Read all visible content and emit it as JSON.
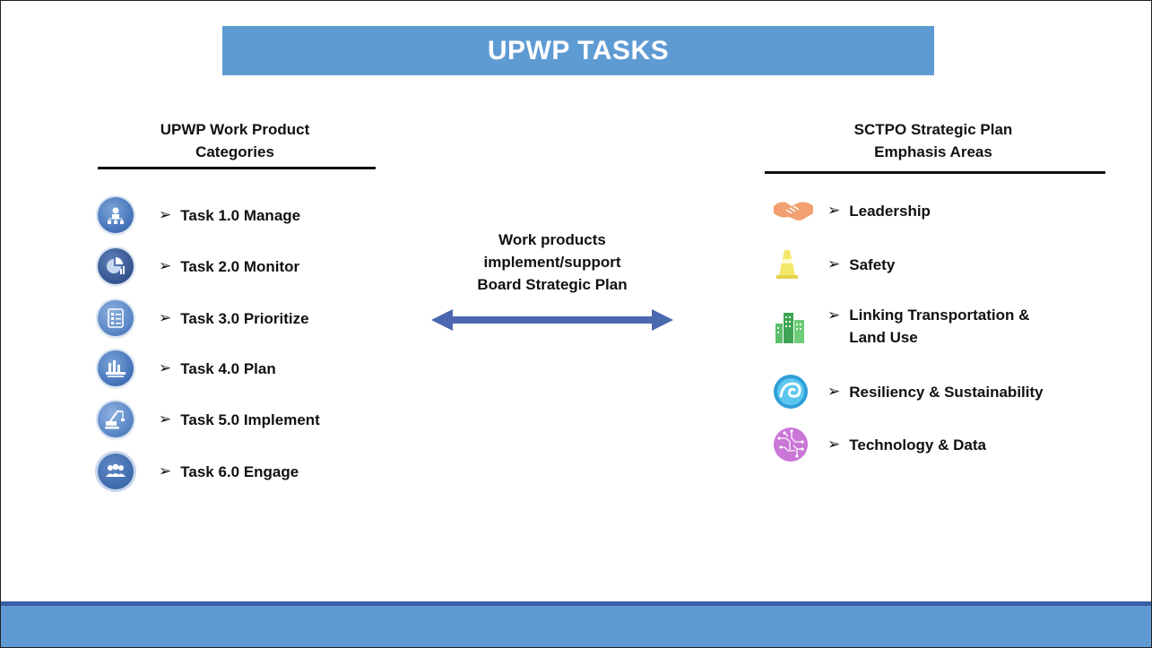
{
  "title": "UPWP TASKS",
  "left_heading": {
    "line1": "UPWP Work Product",
    "line2": "Categories"
  },
  "right_heading": {
    "line1": "SCTPO Strategic Plan",
    "line2": "Emphasis Areas"
  },
  "bullet_glyph": "➢",
  "tasks": [
    {
      "label": "Task 1.0 Manage",
      "icon": "org-chart-icon"
    },
    {
      "label": "Task 2.0 Monitor",
      "icon": "pie-chart-icon"
    },
    {
      "label": "Task 3.0 Prioritize",
      "icon": "checklist-icon"
    },
    {
      "label": "Task 4.0 Plan",
      "icon": "city-plan-icon"
    },
    {
      "label": "Task 5.0 Implement",
      "icon": "crane-icon"
    },
    {
      "label": "Task 6.0 Engage",
      "icon": "people-icon"
    }
  ],
  "center_text": {
    "line1": "Work products",
    "line2": "implement/support",
    "line3": "Board Strategic Plan"
  },
  "emphasis_areas": [
    {
      "label": "Leadership",
      "icon": "handshake-icon"
    },
    {
      "label": "Safety",
      "icon": "traffic-cone-icon"
    },
    {
      "label_line1": "Linking Transportation &",
      "label_line2": "Land Use",
      "icon": "buildings-icon"
    },
    {
      "label": "Resiliency & Sustainability",
      "icon": "wave-icon"
    },
    {
      "label": "Technology & Data",
      "icon": "circuit-brain-icon"
    }
  ],
  "colors": {
    "banner": "#5f9bd3",
    "footer_border": "#3a5fa8",
    "arrow": "#4a67b0",
    "task_icon": "#4a78bd"
  }
}
